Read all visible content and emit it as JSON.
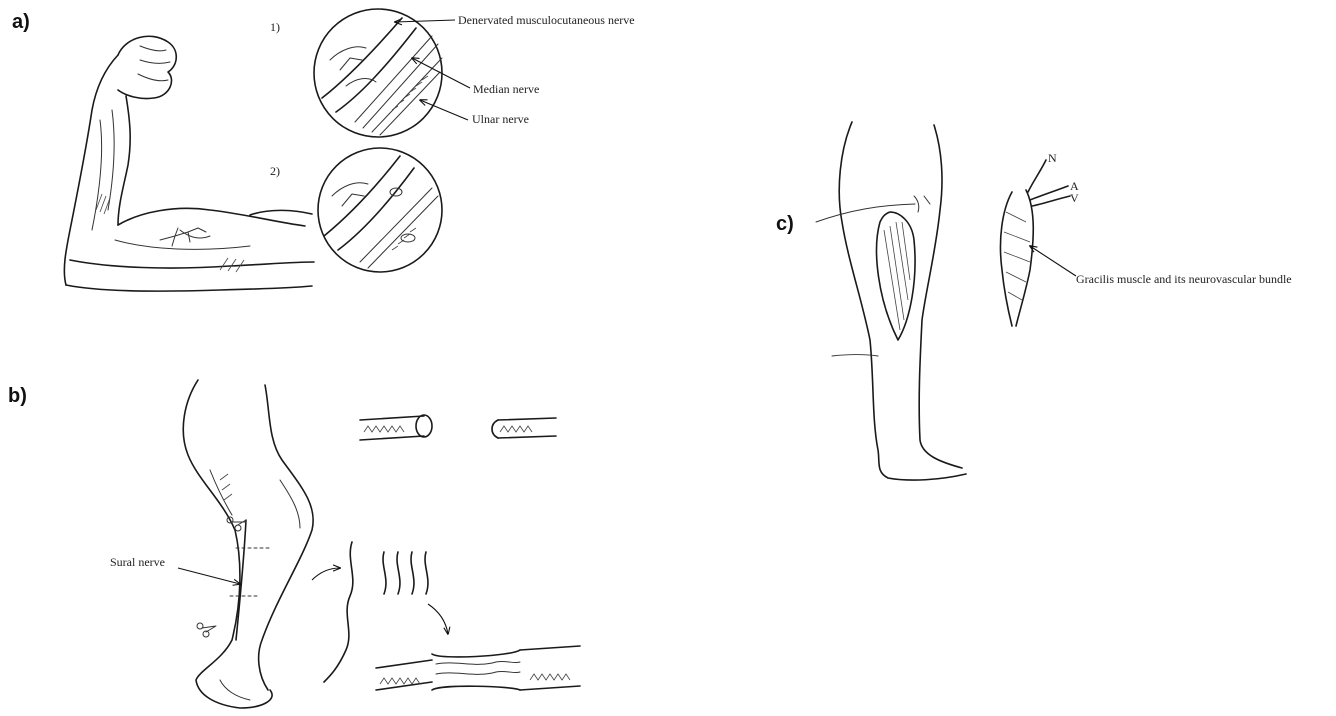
{
  "panels": {
    "a": {
      "label": "a)",
      "steps": [
        "1)",
        "2)"
      ],
      "annotations": {
        "musculocutaneous": "Denervated musculocutaneous nerve",
        "median": "Median nerve",
        "ulnar": "Ulnar nerve"
      }
    },
    "b": {
      "label": "b)",
      "annotations": {
        "sural": "Sural nerve"
      }
    },
    "c": {
      "label": "c)",
      "annotations": {
        "gracilis": "Gracilis  muscle and its neurovascular bundle",
        "flap_letters": [
          "N",
          "A",
          "V"
        ]
      }
    }
  }
}
